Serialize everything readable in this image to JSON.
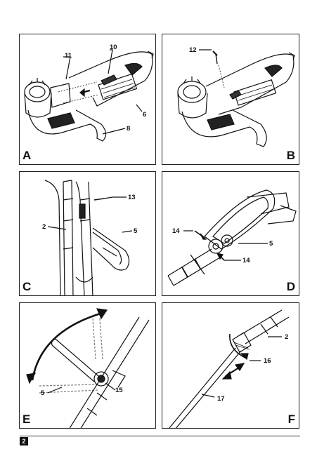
{
  "page": {
    "number": "2"
  },
  "panels": {
    "A": {
      "letter": "A",
      "callouts": {
        "c11": "11",
        "c10": "10",
        "c6": "6",
        "c8": "8"
      }
    },
    "B": {
      "letter": "B",
      "callouts": {
        "c12": "12"
      }
    },
    "C": {
      "letter": "C",
      "callouts": {
        "c13": "13",
        "c2": "2",
        "c5": "5"
      }
    },
    "D": {
      "letter": "D",
      "callouts": {
        "c14a": "14",
        "c5": "5",
        "c14b": "14"
      }
    },
    "E": {
      "letter": "E",
      "callouts": {
        "c5": "5",
        "c15": "15"
      }
    },
    "F": {
      "letter": "F",
      "callouts": {
        "c2": "2",
        "c16": "16",
        "c17": "17"
      }
    }
  }
}
